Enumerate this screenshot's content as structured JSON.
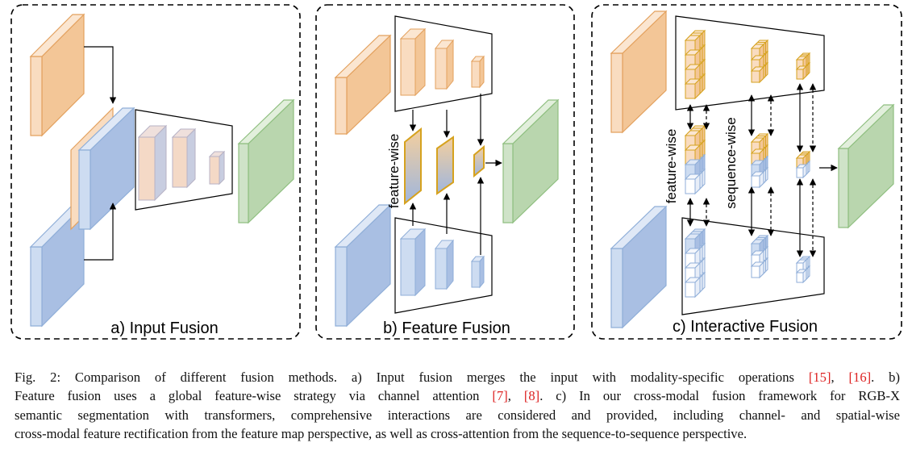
{
  "figure": {
    "panels": [
      {
        "id": "input",
        "label": "a) Input Fusion"
      },
      {
        "id": "feature",
        "label": "b) Feature Fusion"
      },
      {
        "id": "interactive",
        "label": "c) Interactive Fusion"
      }
    ],
    "vertical_labels": {
      "feature_wise_b": "feature-wise",
      "feature_wise_c": "feature-wise",
      "sequence_wise_c": "sequence-wise"
    },
    "colors": {
      "orange_fill": "#f9dcc0",
      "orange_stroke": "#e3a15e",
      "blue_fill": "#cddcf1",
      "blue_stroke": "#8faed8",
      "green_fill": "#cfe3c8",
      "green_stroke": "#8fbf80",
      "gold": "#d6a21e"
    }
  },
  "caption": {
    "l1a": "Fig. 2: Comparison of different fusion methods. a) Input fusion merges the input with modality-specific operations ",
    "r15": "[15]",
    "sep1": ", ",
    "r16": "[16]",
    "l1b": ". b)",
    "l2a": "Feature fusion uses a global feature-wise strategy via channel attention ",
    "r7": "[7]",
    "sep2": ", ",
    "r8": "[8]",
    "l2b": ". c) In our cross-modal fusion framework for RGB-X",
    "l3": "semantic segmentation with transformers, comprehensive interactions are considered and provided, including channel- and spatial-wise",
    "l4": "cross-modal feature rectification from the feature map perspective, as well as cross-attention from the sequence-to-sequence perspective."
  }
}
